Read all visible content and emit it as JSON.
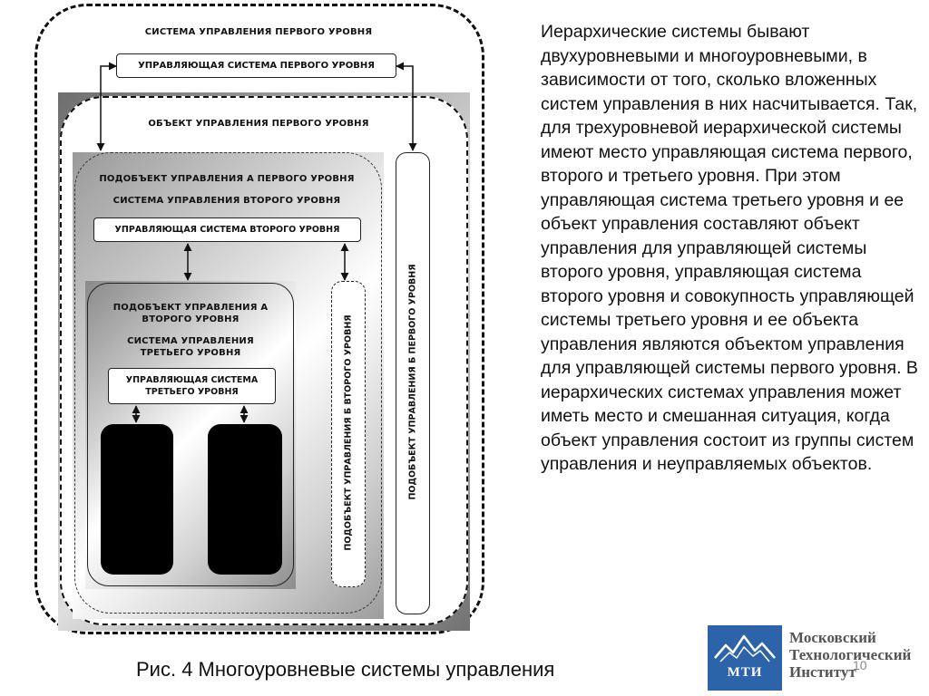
{
  "diagram": {
    "level1_system_title": "СИСТЕМА УПРАВЛЕНИЯ ПЕРВОГО УРОВНЯ",
    "level1_control": "УПРАВЛЯЮЩАЯ СИСТЕМА ПЕРВОГО УРОВНЯ",
    "level1_object": "ОБЪЕКТ УПРАВЛЕНИЯ ПЕРВОГО УРОВНЯ",
    "subobject_a1": "ПОДОБЪЕКТ УПРАВЛЕНИЯ А ПЕРВОГО УРОВНЯ",
    "level2_system_title": "СИСТЕМА УПРАВЛЕНИЯ ВТОРОГО УРОВНЯ",
    "level2_control": "УПРАВЛЯЮЩАЯ СИСТЕМА ВТОРОГО УРОВНЯ",
    "subobject_a2_line1": "ПОДОБЪЕКТ УПРАВЛЕНИЯ А",
    "subobject_a2_line2": "ВТОРОГО УРОВНЯ",
    "level3_system_line1": "СИСТЕМА УПРАВЛЕНИЯ",
    "level3_system_line2": "ТРЕТЬЕГО УРОВНЯ",
    "level3_control_line1": "УПРАВЛЯЮЩАЯ СИСТЕМА",
    "level3_control_line2": "ТРЕТЬЕГО УРОВНЯ",
    "subobject_b2": "ПОДОБЪЕКТ УПРАВЛЕНИЯ Б ВТОРОГО УРОВНЯ",
    "subobject_b1": "ПОДОБЪЕКТ УПРАВЛЕНИЯ Б ПЕРВОГО УРОВНЯ"
  },
  "text": {
    "paragraph": "Иерархические системы бывают двухуровневыми и многоуровневыми, в зависимости от того, сколько вложенных систем управления в них насчитывается. Так, для трехуровневой иерархической системы имеют место управляющая система первого, второго и третьего уровня. При этом управляющая система третьего уровня и ее объект управления составляют объект управления для управляющей системы второго уровня, управляющая система второго уровня и совокупность управляющей системы третьего уровня и ее объекта управления являются объектом управления для управляющей системы первого уровня. В иерархических системах управления может иметь место и смешанная ситуация, когда объект управления состоит из группы систем управления и неуправляемых объектов.",
    "caption": "Рис. 4 Многоуровневые системы управления"
  },
  "logo": {
    "abbr": "МТИ",
    "line1": "Московский",
    "line2": "Технологический",
    "line3": "Институт"
  },
  "page_number": "10",
  "colors": {
    "logo_blue": "#2d63a8",
    "frame_gray": "#8a8a8a"
  }
}
